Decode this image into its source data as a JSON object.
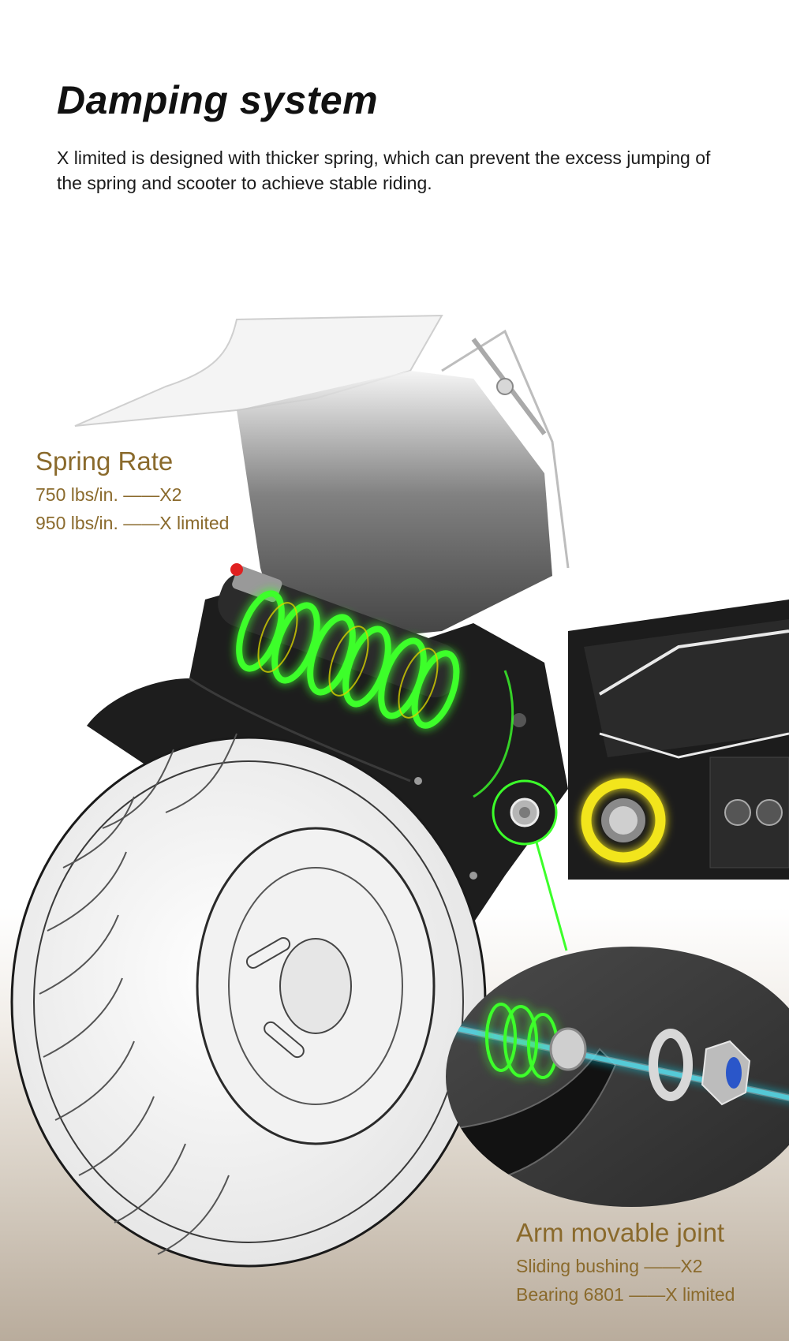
{
  "header": {
    "title": "Damping system",
    "description": "X limited is designed with thicker spring, which can prevent the excess jumping of the spring and scooter to achieve stable riding."
  },
  "spring_rate": {
    "heading": "Spring Rate",
    "lines": [
      "750 lbs/in. ——X2",
      "950 lbs/in. ——X limited"
    ]
  },
  "arm_joint": {
    "heading": "Arm movable joint",
    "lines": [
      "Sliding bushing ——X2",
      "Bearing 6801  ——X limited"
    ]
  },
  "colors": {
    "label_gold": "#8a6a2c",
    "spring_green": "#3cff2a",
    "ring_yellow": "#f2e51c",
    "deck_black": "#1c1c1c"
  }
}
